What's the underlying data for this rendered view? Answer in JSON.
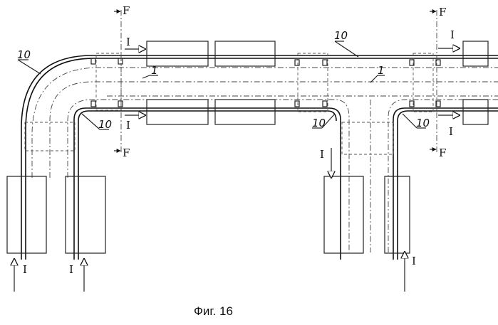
{
  "figure": {
    "caption": "Фиг. 16",
    "section_marks": [
      "F",
      "F",
      "F",
      "F"
    ],
    "current_marks": [
      "I",
      "I",
      "I",
      "I",
      "I",
      "I",
      "I"
    ],
    "ref_numerals": {
      "conductor": [
        "10",
        "10",
        "10",
        "10",
        "10"
      ],
      "pipe": [
        "1",
        "1"
      ]
    }
  }
}
